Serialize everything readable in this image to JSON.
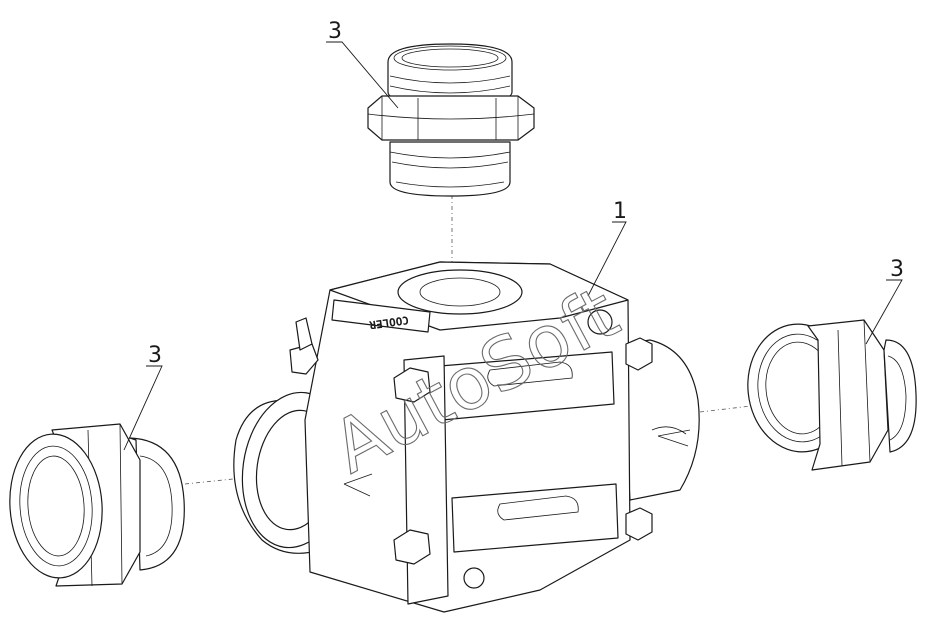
{
  "callouts": {
    "top_fitting": "3",
    "valve_body": "1",
    "right_fitting": "3",
    "left_fitting": "3"
  },
  "body_label": "COOLER",
  "watermark": "AutoSoft"
}
